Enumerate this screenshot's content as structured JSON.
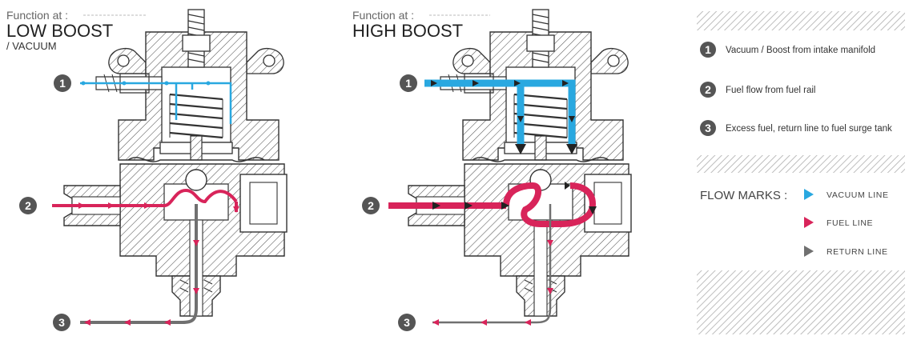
{
  "colors": {
    "vacuum": "#29a8e0",
    "fuel": "#d8245a",
    "return": "#707070",
    "body": "#333333",
    "number_badge": "#555555"
  },
  "panels": [
    {
      "heading": "Function at :",
      "mode_line1": "LOW BOOST",
      "mode_line2": "/ VACUUM"
    },
    {
      "heading": "Function at :",
      "mode_line1": "HIGH BOOST",
      "mode_line2": ""
    }
  ],
  "numbers": [
    "1",
    "2",
    "3"
  ],
  "legend": {
    "items": [
      {
        "num": "1",
        "text": "Vacuum / Boost from intake manifold"
      },
      {
        "num": "2",
        "text": "Fuel flow from fuel rail"
      },
      {
        "num": "3",
        "text": "Excess fuel, return line to fuel surge tank"
      }
    ],
    "flow_marks_title": "FLOW MARKS :",
    "flow_marks": [
      {
        "label": "VACUUM LINE",
        "color_key": "vacuum"
      },
      {
        "label": "FUEL LINE",
        "color_key": "fuel"
      },
      {
        "label": "RETURN LINE",
        "color_key": "return"
      }
    ]
  }
}
